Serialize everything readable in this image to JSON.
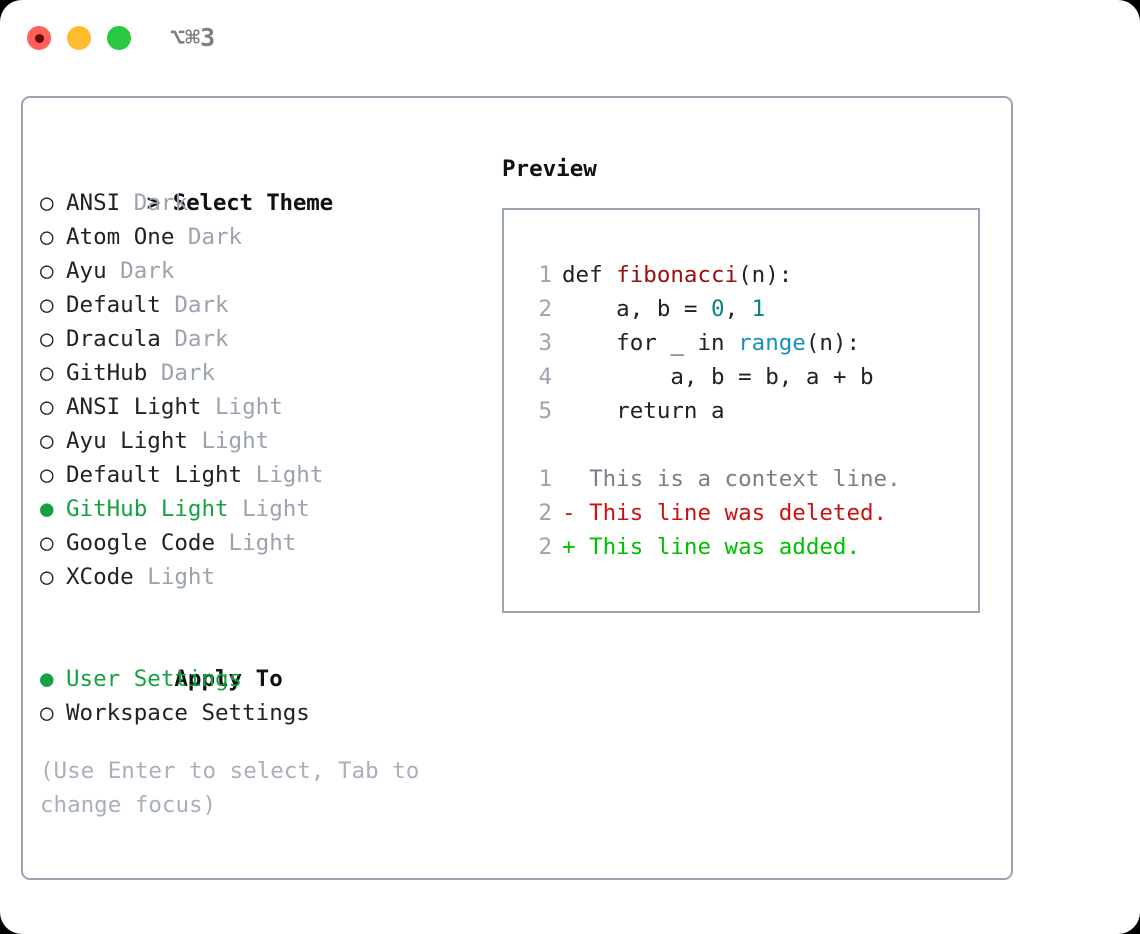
{
  "titlebar": {
    "shortcut": "⌥⌘3",
    "buttons": [
      {
        "name": "close",
        "color": "#ff6059"
      },
      {
        "name": "minimize",
        "color": "#ffbd2e"
      },
      {
        "name": "maximize",
        "color": "#28c840"
      }
    ]
  },
  "theme_picker": {
    "heading": "Select Theme",
    "heading_marker": "> ",
    "unselected_marker": "○ ",
    "selected_marker": "● ",
    "items": [
      {
        "label": "ANSI",
        "tag": "Dark",
        "selected": false
      },
      {
        "label": "Atom One",
        "tag": "Dark",
        "selected": false
      },
      {
        "label": "Ayu",
        "tag": "Dark",
        "selected": false
      },
      {
        "label": "Default",
        "tag": "Dark",
        "selected": false
      },
      {
        "label": "Dracula",
        "tag": "Dark",
        "selected": false
      },
      {
        "label": "GitHub",
        "tag": "Dark",
        "selected": false
      },
      {
        "label": "ANSI Light",
        "tag": "Light",
        "selected": false
      },
      {
        "label": "Ayu Light",
        "tag": "Light",
        "selected": false
      },
      {
        "label": "Default Light",
        "tag": "Light",
        "selected": false
      },
      {
        "label": "GitHub Light",
        "tag": "Light",
        "selected": true
      },
      {
        "label": "Google Code",
        "tag": "Light",
        "selected": false
      },
      {
        "label": "XCode",
        "tag": "Light",
        "selected": false
      }
    ]
  },
  "apply_to": {
    "heading": "Apply To",
    "items": [
      {
        "label": "User Settings",
        "selected": true
      },
      {
        "label": "Workspace Settings",
        "selected": false
      }
    ]
  },
  "hint": "(Use Enter to select, Tab to change focus)",
  "preview": {
    "title": "Preview",
    "code_lines": [
      {
        "num": "1",
        "tokens": [
          {
            "text": "def ",
            "type": "plain"
          },
          {
            "text": "fibonacci",
            "type": "fn"
          },
          {
            "text": "(n):",
            "type": "plain"
          }
        ]
      },
      {
        "num": "2",
        "tokens": [
          {
            "text": "    a, b = ",
            "type": "plain"
          },
          {
            "text": "0",
            "type": "num"
          },
          {
            "text": ", ",
            "type": "plain"
          },
          {
            "text": "1",
            "type": "num"
          }
        ]
      },
      {
        "num": "3",
        "tokens": [
          {
            "text": "    for _ in ",
            "type": "plain"
          },
          {
            "text": "range",
            "type": "call"
          },
          {
            "text": "(n):",
            "type": "plain"
          }
        ]
      },
      {
        "num": "4",
        "tokens": [
          {
            "text": "        a, b = b, a + b",
            "type": "plain"
          }
        ]
      },
      {
        "num": "5",
        "tokens": [
          {
            "text": "    return a",
            "type": "plain"
          }
        ]
      }
    ],
    "diff_lines": [
      {
        "num": "1",
        "sign": "  ",
        "text": "This is a context line.",
        "kind": "ctx"
      },
      {
        "num": "2",
        "sign": "- ",
        "text": "This line was deleted.",
        "kind": "del"
      },
      {
        "num": "2",
        "sign": "+ ",
        "text": "This line was added.",
        "kind": "add"
      }
    ]
  },
  "colors": {
    "selected_green": "#13a341",
    "tag_grey": "#9ba3af",
    "border": "#9aa5b4",
    "diff_delete": "#cc1111",
    "diff_add": "#00c000",
    "syntax_function": "#990e0e",
    "syntax_number": "#0d8080",
    "syntax_call": "#1790c0"
  }
}
